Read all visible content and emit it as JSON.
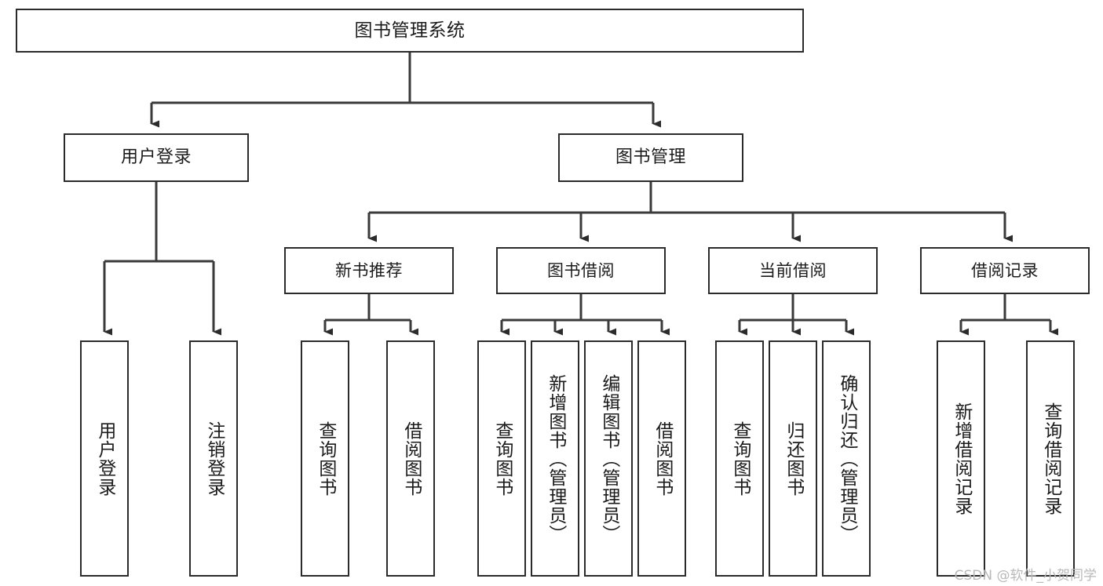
{
  "diagram": {
    "type": "tree-hierarchy",
    "title": "图书管理系统",
    "watermark": "CSDN @软件_小贺同学",
    "colors": {
      "box_border": "#2b2b2b",
      "box_fill": "#ffffff",
      "connector": "#3a3a3a",
      "text": "#1b1b1b",
      "watermark": "#b9b9b9",
      "background": "#ffffff"
    },
    "root": {
      "label": "图书管理系统"
    },
    "level2": [
      {
        "label": "用户登录"
      },
      {
        "label": "图书管理"
      }
    ],
    "level3": [
      {
        "label": "新书推荐"
      },
      {
        "label": "图书借阅"
      },
      {
        "label": "当前借阅"
      },
      {
        "label": "借阅记录"
      }
    ],
    "leaves": {
      "user_login": [
        {
          "label": "用户登录"
        },
        {
          "label": "注销登录"
        }
      ],
      "new_book_recommend": [
        {
          "label": "查询图书"
        },
        {
          "label": "借阅图书"
        }
      ],
      "book_borrow": [
        {
          "label": "查询图书"
        },
        {
          "label": "新增图书（管理员）"
        },
        {
          "label": "编辑图书（管理员）"
        },
        {
          "label": "借阅图书"
        }
      ],
      "current_borrow": [
        {
          "label": "查询图书"
        },
        {
          "label": "归还图书"
        },
        {
          "label": "确认归还（管理员）"
        }
      ],
      "borrow_record": [
        {
          "label": "新增借阅记录"
        },
        {
          "label": "查询借阅记录"
        }
      ]
    }
  }
}
